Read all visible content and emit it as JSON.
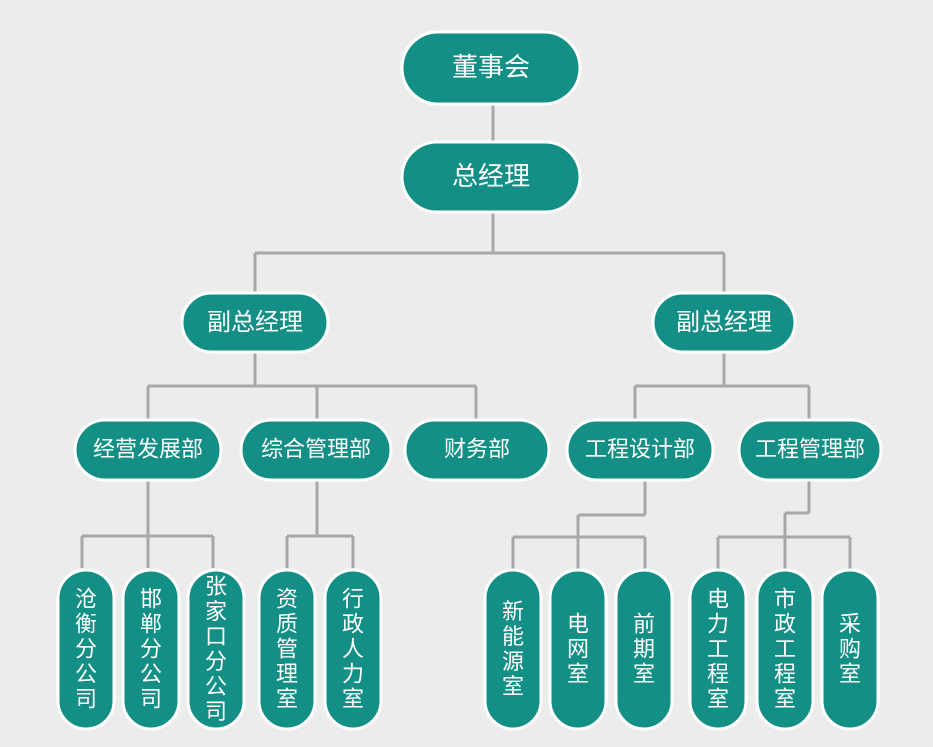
{
  "org_chart": {
    "board": "董事会",
    "general_manager": "总经理",
    "deputy_gm_left": "副总经理",
    "deputy_gm_right": "副总经理",
    "departments": {
      "business_dev": "经营发展部",
      "general_mgmt": "综合管理部",
      "finance": "财务部",
      "engineering_design": "工程设计部",
      "engineering_mgmt": "工程管理部"
    },
    "units": {
      "cangheng": "沧衡分公司",
      "handan": "邯郸分公司",
      "zhangjiakou": "张家口分公司",
      "qualification": "资质管理室",
      "hr": "行政人力室",
      "new_energy": "新能源室",
      "power_grid": "电网室",
      "preliminary": "前期室",
      "electrical_eng": "电力工程室",
      "municipal_eng": "市政工程室",
      "procurement": "采购室"
    }
  },
  "colors": {
    "node_fill": "#148f86",
    "node_border": "#ffffff",
    "connector": "#a8a8a8",
    "background": "#ececec"
  }
}
